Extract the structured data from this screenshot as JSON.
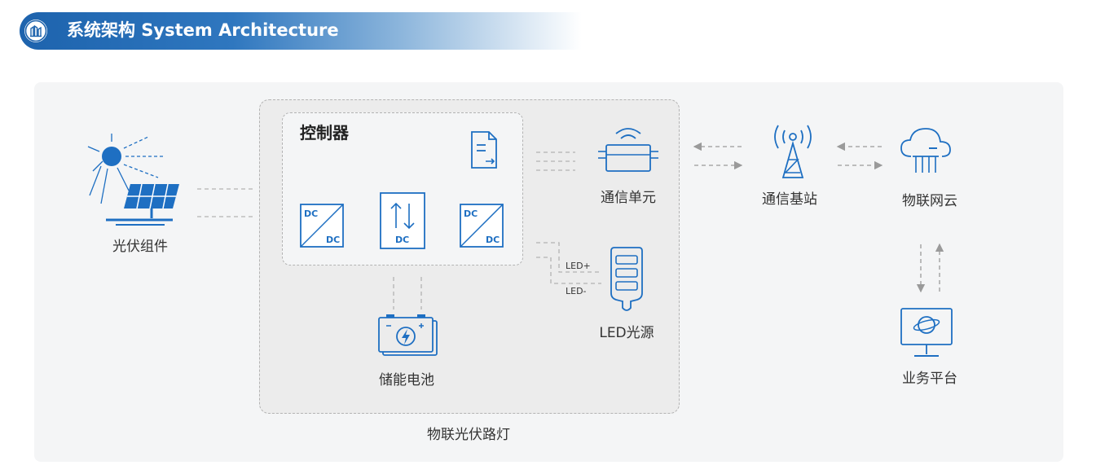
{
  "header": {
    "title": "系统架构 System Architecture"
  },
  "nodes": {
    "solar": "光伏组件",
    "controller": "控制器",
    "comm_unit": "通信单元",
    "led_source": "LED光源",
    "battery": "储能电池",
    "base_station": "通信基站",
    "iot_cloud": "物联网云",
    "business_platform": "业务平台",
    "streetlight": "物联光伏路灯"
  },
  "labels": {
    "led_plus": "LED+",
    "led_minus": "LED-",
    "dc_dc_a_top": "DC",
    "dc_dc_a_bottom": "DC",
    "bidir_dc": "DC",
    "dc_dc_b_top": "DC",
    "dc_dc_b_bottom": "DC"
  },
  "colors": {
    "accent": "#1e6fc2",
    "header_start": "#1d63ad",
    "panel_bg": "#f4f5f6",
    "dashed_line": "#b3b3b3",
    "arrow": "#9a9a9a"
  }
}
